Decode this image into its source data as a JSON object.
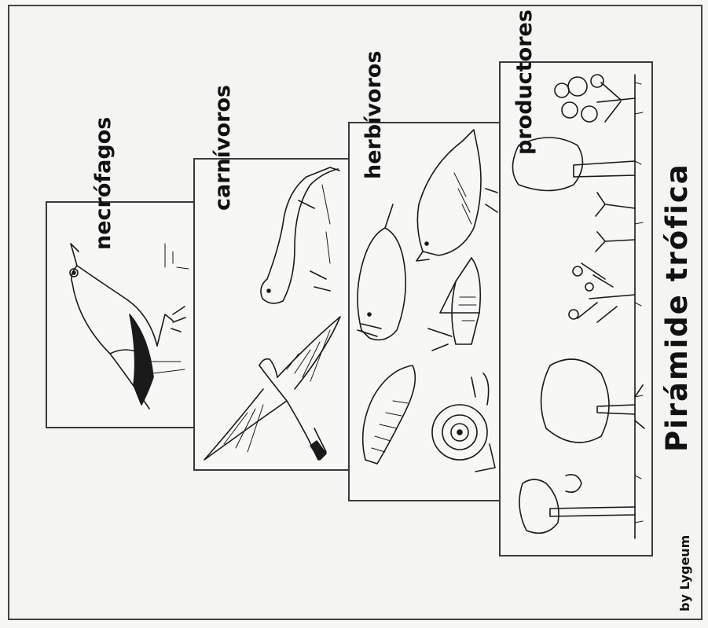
{
  "diagram": {
    "title": "Pirámide trófica",
    "credit": "by Lygeum",
    "levels": [
      {
        "label": "necrófagos"
      },
      {
        "label": "carnívoros"
      },
      {
        "label": "herbívoros"
      },
      {
        "label": "productores"
      }
    ],
    "colors": {
      "ink": "#1a1a1a",
      "paper": "#f7f7f5",
      "border": "#3a3a3a"
    }
  }
}
